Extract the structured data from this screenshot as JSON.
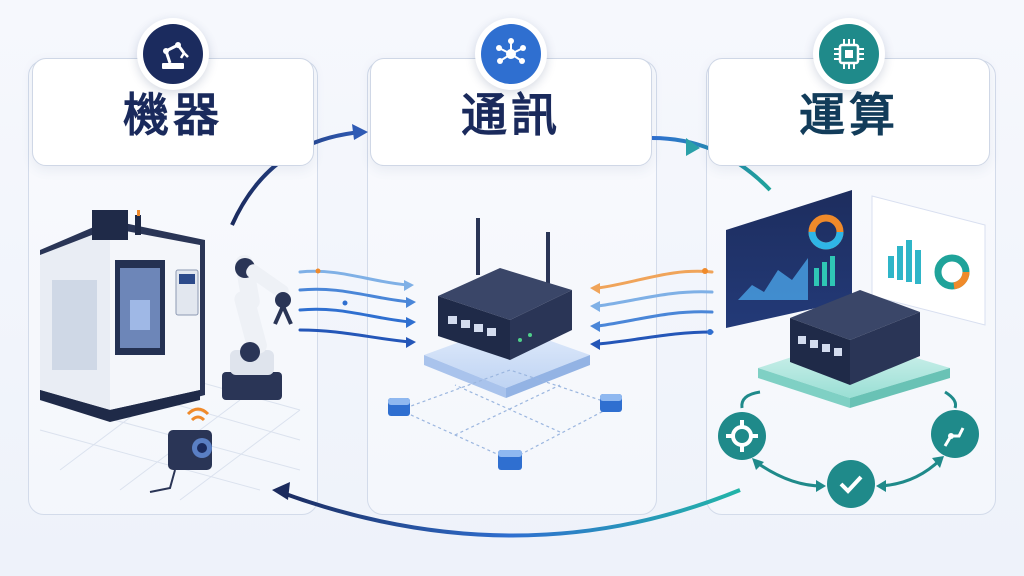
{
  "sections": [
    {
      "label": "機器",
      "icon": "robot-arm-icon",
      "color": "#1b2b5e"
    },
    {
      "label": "通訊",
      "icon": "network-nodes-icon",
      "color": "#2f6fd0"
    },
    {
      "label": "運算",
      "icon": "cpu-chip-icon",
      "color": "#1f8a8a"
    }
  ],
  "colors": {
    "navy": "#1b2b5e",
    "blue": "#2f6fd0",
    "teal": "#1fa39a",
    "orange": "#f08a2a"
  }
}
